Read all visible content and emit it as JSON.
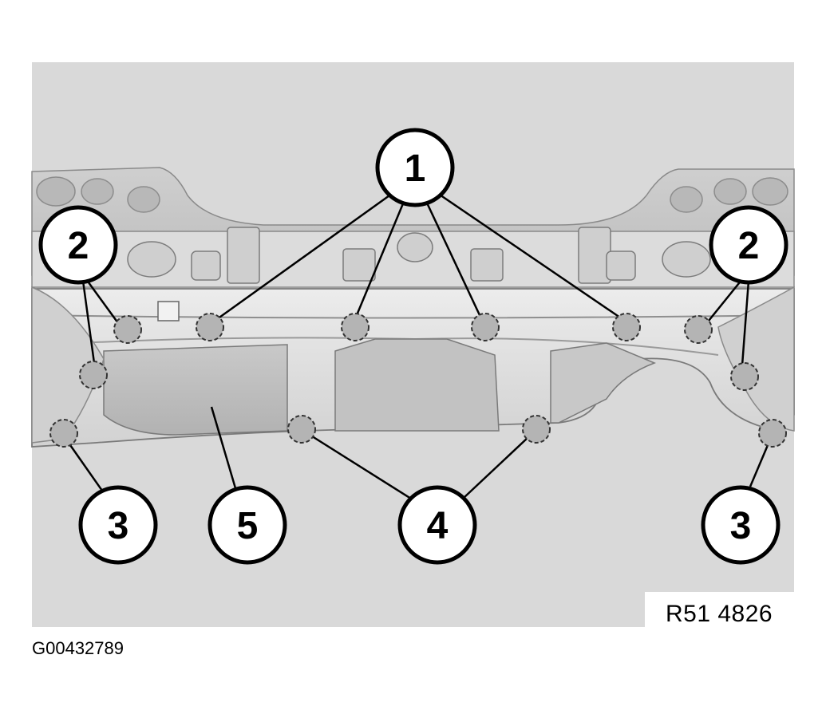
{
  "callouts": {
    "c1": "1",
    "c2": "2",
    "c3": "3",
    "c4": "4",
    "c5": "5"
  },
  "reference_code": "R51 4826",
  "image_id": "G00432789",
  "colors": {
    "background": "#d9d9d9",
    "part_light": "#e6e6e6",
    "part_mid": "#c7c7c7",
    "part_dark": "#a9a9a9",
    "outline": "#6e6e6e",
    "leader": "#000000"
  }
}
